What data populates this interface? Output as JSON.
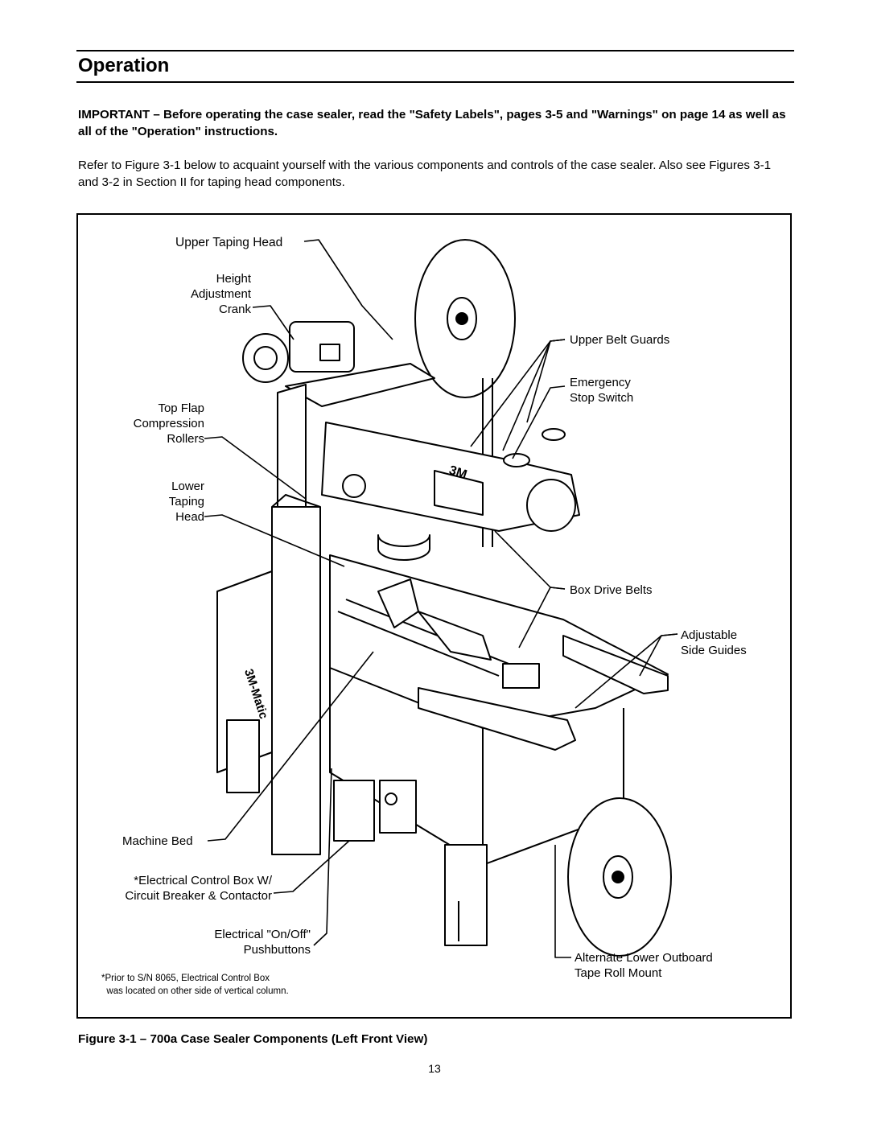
{
  "section_title": "Operation",
  "important_text": "IMPORTANT – Before operating the case sealer, read the \"Safety Labels\", pages 3-5 and \"Warnings\" on page 14 as well as all of the \"Operation\" instructions.",
  "intro_text": "Refer to Figure 3-1 below to acquaint yourself with the various components and controls of the case sealer.  Also see Figures 3-1 and 3-2 in Section II for taping head components.",
  "figure": {
    "labels": {
      "upper_taping_head": "Upper Taping Head",
      "height_adjustment_crank": "Height\nAdjustment\nCrank",
      "top_flap_compression_rollers": "Top Flap\nCompression\nRollers",
      "lower_taping_head": "Lower\nTaping\nHead",
      "machine_bed": "Machine Bed",
      "electrical_control_box": "*Electrical Control Box W/\nCircuit Breaker & Contactor",
      "electrical_pushbuttons": "Electrical \"On/Off\"\nPushbuttons",
      "upper_belt_guards": "Upper Belt Guards",
      "emergency_stop_switch": "Emergency\nStop Switch",
      "box_drive_belts": "Box Drive Belts",
      "adjustable_side_guides": "Adjustable\nSide Guides",
      "alternate_tape_roll_mount": "Alternate Lower Outboard\nTape Roll Mount"
    },
    "footnote": "*Prior to S/N 8065, Electrical Control Box\n  was located on other side of vertical column.",
    "brand_marks": [
      "3M",
      "3M-Matic"
    ],
    "caption": "Figure 3-1 – 700a Case Sealer Components (Left Front View)"
  },
  "page_number": "13"
}
